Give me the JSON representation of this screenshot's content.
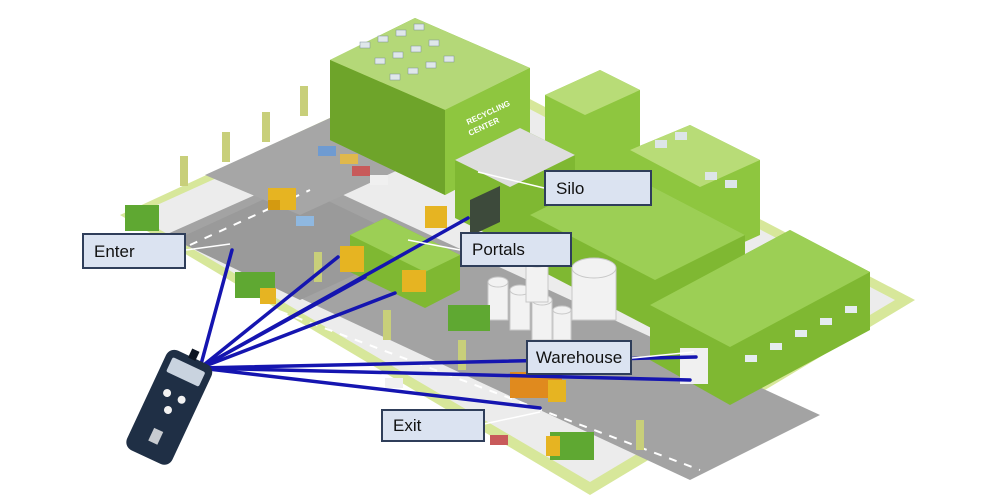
{
  "labels": {
    "silo": "Silo",
    "enter": "Enter",
    "portals": "Portals",
    "warehouse": "Warehouse",
    "exit": "Exit"
  },
  "building_signs": {
    "recycling_center_line1": "RECYCLING",
    "recycling_center_line2": "CENTER"
  },
  "colors": {
    "label_fill": "#dbe3f1",
    "label_border": "#2f3e5a",
    "connection_line": "#1515b0",
    "building_green": "#8ec63f",
    "roof_light": "#b8dc77",
    "road": "#9c9c9c",
    "yard": "#ececec"
  },
  "icons": {
    "device": "handheld-scanner-icon",
    "trucks": "truck-icon",
    "tanks": "storage-tank-icon"
  }
}
